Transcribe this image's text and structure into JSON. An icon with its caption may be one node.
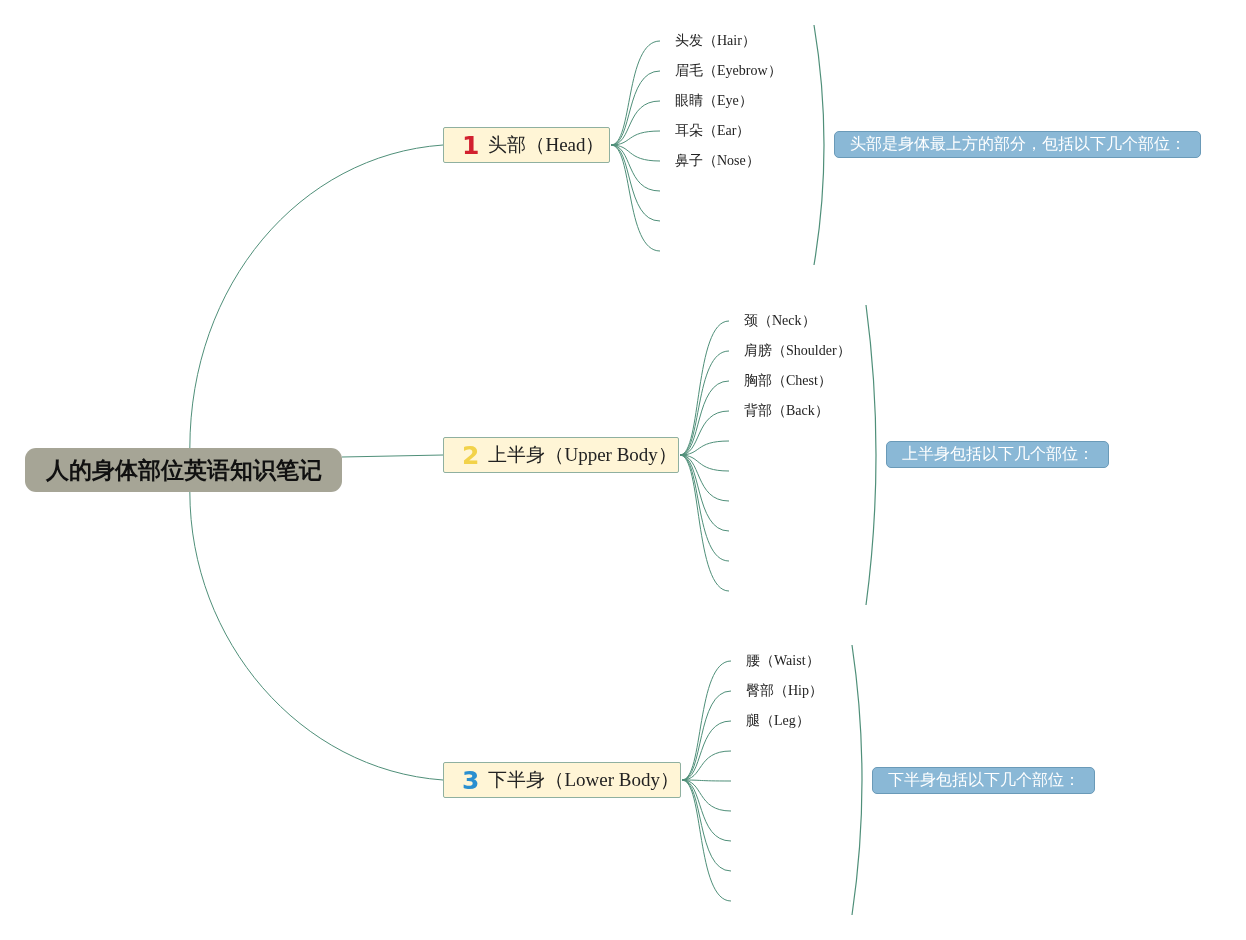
{
  "diagram": {
    "nodes": [
      {
        "text": [
          "人的身体部位英语知识笔记"
        ]
      },
      {
        "text": [
          "1",
          "头部（Head）"
        ]
      },
      {
        "text": [
          "头发（Hair）"
        ]
      },
      {
        "text": [
          "眉毛（Eyebrow）"
        ]
      },
      {
        "text": [
          "眼睛（Eye）"
        ]
      },
      {
        "text": [
          "耳朵（Ear）"
        ]
      },
      {
        "text": [
          "鼻子（Nose）"
        ]
      },
      {
        "text": [
          "头部是身体最上方的部分，包括以下几个部位："
        ]
      },
      {
        "text": [
          "2",
          "上半身（Upper Body）"
        ]
      },
      {
        "text": [
          "颈（Neck）"
        ]
      },
      {
        "text": [
          "肩膀（Shoulder）"
        ]
      },
      {
        "text": [
          "胸部（Chest）"
        ]
      },
      {
        "text": [
          "背部（Back）"
        ]
      },
      {
        "text": [
          "上半身包括以下几个部位："
        ]
      },
      {
        "text": [
          "3",
          "下半身（Lower Body）"
        ]
      },
      {
        "text": [
          "腰（Waist）"
        ]
      },
      {
        "text": [
          "臀部（Hip）"
        ]
      },
      {
        "text": [
          "腿（Leg）"
        ]
      },
      {
        "text": [
          "下半身包括以下几个部位："
        ]
      }
    ],
    "edges": [
      {
        "from": 0,
        "to": 1,
        "arrow": "none"
      },
      {
        "from": 0,
        "to": 8,
        "arrow": "none"
      },
      {
        "from": 0,
        "to": 14,
        "arrow": "none"
      },
      {
        "from": 1,
        "to": 2,
        "arrow": "none"
      },
      {
        "from": 1,
        "to": 3,
        "arrow": "none"
      },
      {
        "from": 1,
        "to": 4,
        "arrow": "none"
      },
      {
        "from": 1,
        "to": 5,
        "arrow": "none"
      },
      {
        "from": 1,
        "to": 6,
        "arrow": "none"
      },
      {
        "from": 1,
        "to": null,
        "arrow": "none"
      },
      {
        "from": 1,
        "to": null,
        "arrow": "none"
      },
      {
        "from": 1,
        "to": null,
        "arrow": "none"
      },
      {
        "from": 8,
        "to": 9,
        "arrow": "none"
      },
      {
        "from": 8,
        "to": 10,
        "arrow": "none"
      },
      {
        "from": 8,
        "to": 11,
        "arrow": "none"
      },
      {
        "from": 8,
        "to": 12,
        "arrow": "none"
      },
      {
        "from": 8,
        "to": null,
        "arrow": "none"
      },
      {
        "from": 8,
        "to": null,
        "arrow": "none"
      },
      {
        "from": 8,
        "to": null,
        "arrow": "none"
      },
      {
        "from": 8,
        "to": null,
        "arrow": "none"
      },
      {
        "from": 8,
        "to": null,
        "arrow": "none"
      },
      {
        "from": 8,
        "to": null,
        "arrow": "none"
      },
      {
        "from": 14,
        "to": 15,
        "arrow": "none"
      },
      {
        "from": 14,
        "to": 16,
        "arrow": "none"
      },
      {
        "from": 14,
        "to": 17,
        "arrow": "none"
      },
      {
        "from": 14,
        "to": null,
        "arrow": "none"
      },
      {
        "from": 14,
        "to": null,
        "arrow": "none"
      },
      {
        "from": 14,
        "to": null,
        "arrow": "none"
      },
      {
        "from": 14,
        "to": null,
        "arrow": "none"
      },
      {
        "from": 14,
        "to": null,
        "arrow": "none"
      },
      {
        "from": 14,
        "to": null,
        "arrow": "none"
      }
    ]
  }
}
